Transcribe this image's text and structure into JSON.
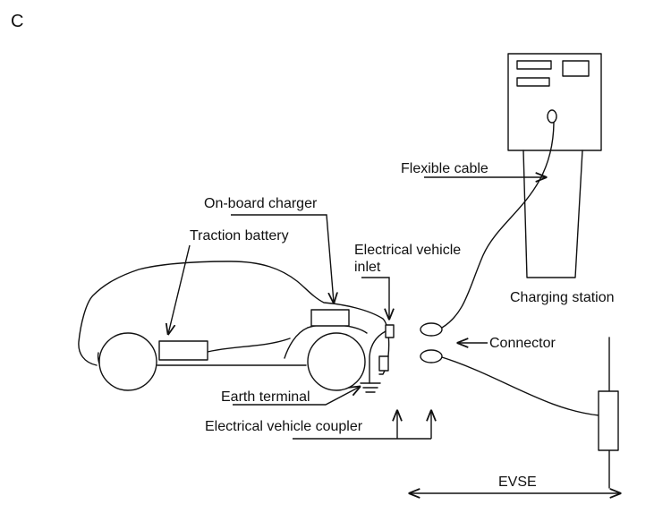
{
  "panel_letter": "C",
  "labels": {
    "flexible_cable": "Flexible cable",
    "on_board_charger": "On-board charger",
    "traction_battery": "Traction battery",
    "ev_inlet_line1": "Electrical vehicle",
    "ev_inlet_line2": "inlet",
    "charging_station": "Charging station",
    "connector": "Connector",
    "earth_terminal": "Earth terminal",
    "ev_coupler": "Electrical vehicle coupler",
    "evse": "EVSE"
  }
}
